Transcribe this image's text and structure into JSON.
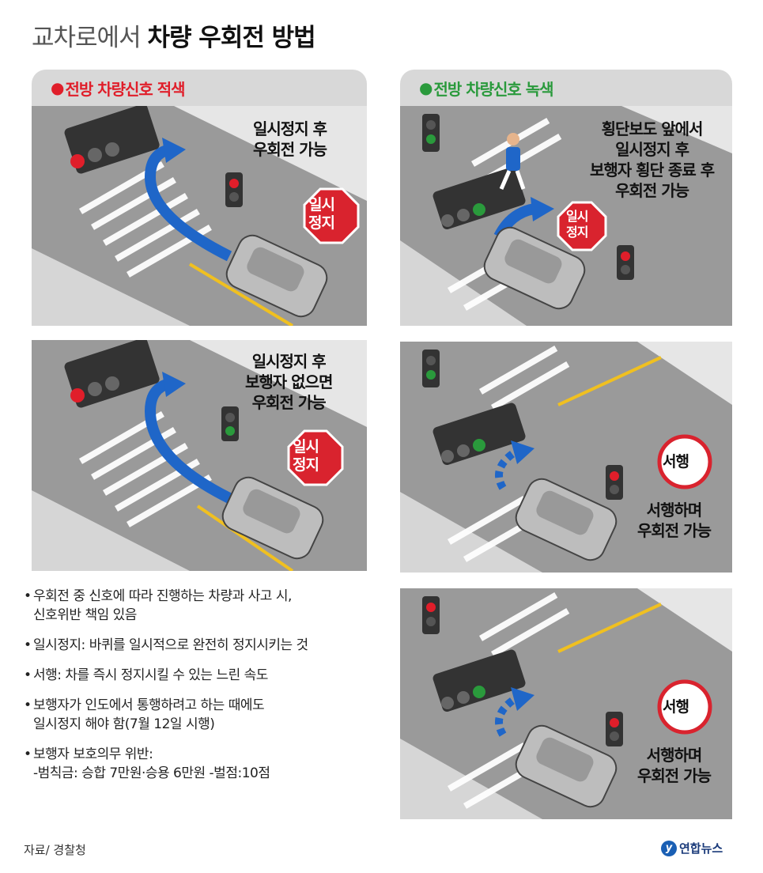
{
  "title": {
    "light": "교차로에서 ",
    "bold": "차량 우회전 방법"
  },
  "headers": {
    "red": {
      "dot": "●",
      "label": "전방 차량신호 적색"
    },
    "green": {
      "dot": "●",
      "label": "전방 차량신호 녹색"
    }
  },
  "panels": {
    "red_top": {
      "text": [
        "일시정지 후",
        "우회전 가능"
      ],
      "sign": [
        "일시",
        "정지"
      ]
    },
    "red_bottom": {
      "text": [
        "일시정지 후",
        "보행자 없으면",
        "우회전 가능"
      ],
      "sign": [
        "일시",
        "정지"
      ]
    },
    "green_top": {
      "text": [
        "횡단보도 앞에서",
        "일시정지 후",
        "보행자 횡단 종료 후",
        "우회전 가능"
      ],
      "sign": [
        "일시",
        "정지"
      ]
    },
    "green_middle": {
      "text": [
        "서행하며",
        "우회전 가능"
      ],
      "sign": "서행"
    },
    "green_bottom": {
      "text": [
        "서행하며",
        "우회전 가능"
      ],
      "sign": "서행"
    }
  },
  "notes": [
    {
      "bullet": "•",
      "lines": [
        "우회전 중 신호에 따라 진행하는 차량과 사고 시,",
        "신호위반 책임 있음"
      ]
    },
    {
      "bullet": "•",
      "lines": [
        "일시정지: 바퀴를 일시적으로 완전히 정지시키는 것"
      ]
    },
    {
      "bullet": "•",
      "lines": [
        "서행: 차를 즉시 정지시킬 수 있는 느린 속도"
      ]
    },
    {
      "bullet": "•",
      "lines": [
        "보행자가 인도에서 통행하려고 하는 때에도",
        "일시정지 해야 함(7월 12일 시행)"
      ]
    },
    {
      "bullet": "•",
      "lines": [
        "보행자 보호의무 위반:",
        "-범칙금: 승합 7만원·승용 6만원 -벌점:10점"
      ]
    }
  ],
  "source": "자료/ 경찰청",
  "logo": {
    "mark": "y",
    "text": "연합뉴스"
  },
  "colors": {
    "red": "#e01e2a",
    "green": "#2a9a3c",
    "arrow": "#1f66c8",
    "road": "#8e8e8e",
    "sign_red": "#d9232e"
  }
}
